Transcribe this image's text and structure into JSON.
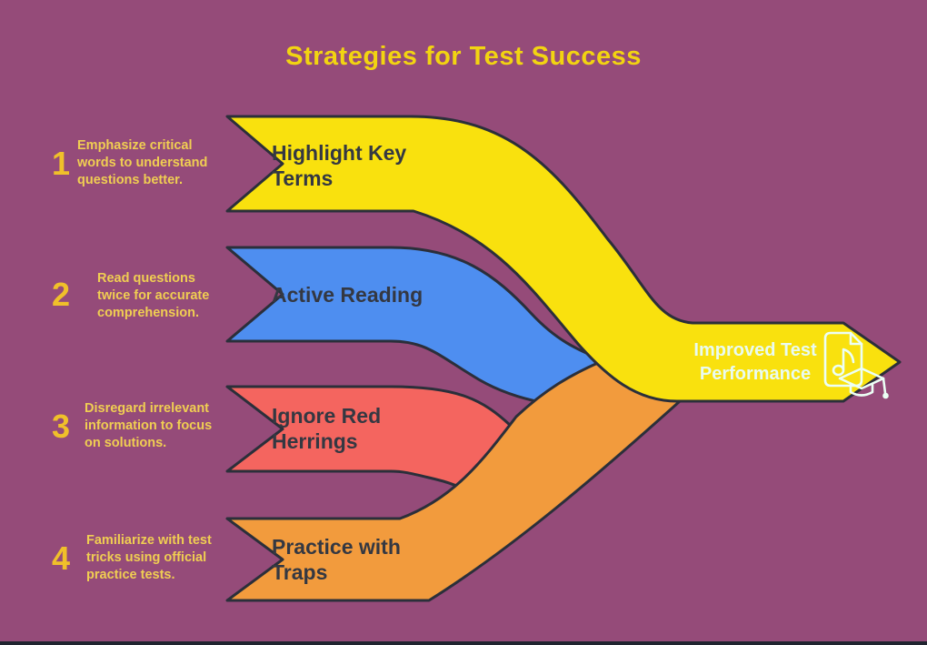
{
  "title": "Strategies for Test Success",
  "background_color": "#954B79",
  "outline_color": "#2B2F3A",
  "steps": [
    {
      "number": "1",
      "description": "Emphasize critical words to understand questions better.",
      "label": "Highlight Key Terms",
      "color": "#F9E10E"
    },
    {
      "number": "2",
      "description": "Read questions twice for accurate comprehension.",
      "label": "Active Reading",
      "color": "#4E8EF0"
    },
    {
      "number": "3",
      "description": "Disregard irrelevant information to focus on solutions.",
      "label": "Ignore Red Herrings",
      "color": "#F4655F"
    },
    {
      "number": "4",
      "description": "Familiarize with test tricks using official practice tests.",
      "label": "Practice with Traps",
      "color": "#F29B3D"
    }
  ],
  "result": {
    "label": "Improved Test Performance",
    "color": "#F9E10E",
    "text_color": "#E9FBF1",
    "icon": "document-music-note-graduation-cap-icon"
  }
}
